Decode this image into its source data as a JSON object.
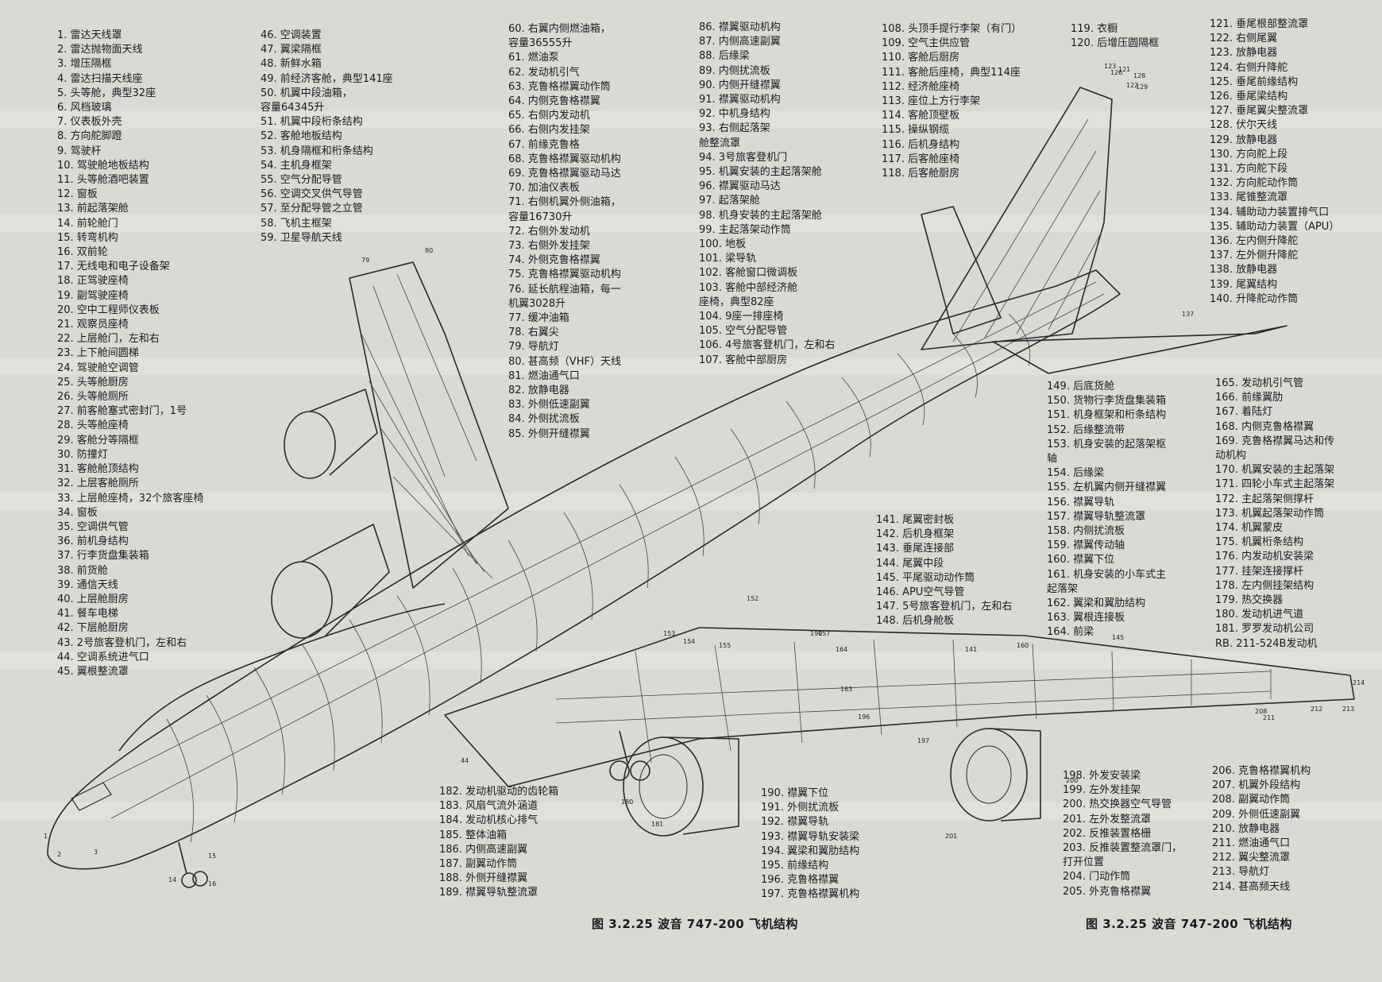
{
  "caption_left": "图 3.2.25   波音 747-200 飞机结构",
  "caption_right": "图 3.2.25   波音 747-200 飞机结构",
  "legend_columns": [
    [
      "1. 雷达天线罩",
      "2. 雷达抛物面天线",
      "3. 增压隔框",
      "4. 雷达扫描天线座",
      "5. 头等舱，典型32座",
      "6. 风档玻璃",
      "7. 仪表板外壳",
      "8. 方向舵脚蹬",
      "9. 驾驶杆",
      "10. 驾驶舱地板结构",
      "11. 头等舱酒吧装置",
      "12. 窗板",
      "13. 前起落架舱",
      "14. 前轮舱门",
      "15. 转弯机构",
      "16. 双前轮",
      "17. 无线电和电子设备架",
      "18. 正驾驶座椅",
      "19. 副驾驶座椅",
      "20. 空中工程师仪表板",
      "21. 观察员座椅",
      "22. 上层舱门，左和右",
      "23. 上下舱间圆梯",
      "24. 驾驶舱空调管",
      "25. 头等舱厨房",
      "26. 头等舱厕所",
      "27. 前客舱塞式密封门，1号",
      "28. 头等舱座椅",
      "29. 客舱分等隔框",
      "30. 防撞灯",
      "31. 客舱舱顶结构",
      "32. 上层客舱厕所",
      "33. 上层舱座椅，32个旅客座椅",
      "34. 窗板",
      "35. 空调供气管",
      "36. 前机身结构",
      "37. 行李货盘集装箱",
      "38. 前货舱",
      "39. 通信天线",
      "40. 上层舱厨房",
      "41. 餐车电梯",
      "42. 下层舱厨房",
      "43. 2号旅客登机门，左和右",
      "44. 空调系统进气口",
      "45. 翼根整流罩"
    ],
    [
      "46. 空调装置",
      "47. 翼梁隔框",
      "48. 新鲜水箱",
      "49. 前经济客舱，典型141座",
      "50. 机翼中段油箱，",
      "容量64345升",
      "51. 机翼中段桁条结构",
      "52. 客舱地板结构",
      "53. 机身隔框和桁条结构",
      "54. 主机身框架",
      "55. 空气分配导管",
      "56. 空调交叉供气导管",
      "57. 至分配导管之立管",
      "58. 飞机主框架",
      "59. 卫星导航天线"
    ],
    [
      "60. 右翼内侧燃油箱，",
      "容量36555升",
      "61. 燃油泵",
      "62. 发动机引气",
      "63. 克鲁格襟翼动作筒",
      "64. 内侧克鲁格襟翼",
      "65. 右侧内发动机",
      "66. 右侧内发挂架",
      "67. 前缘克鲁格",
      "68. 克鲁格襟翼驱动机构",
      "69. 克鲁格襟翼驱动马达",
      "70. 加油仪表板",
      "71. 右侧机翼外侧油箱，",
      "容量16730升",
      "72. 右侧外发动机",
      "73. 右侧外发挂架",
      "74. 外侧克鲁格襟翼",
      "75. 克鲁格襟翼驱动机构",
      "76. 延长航程油箱，每一",
      "机翼3028升",
      "77. 缓冲油箱",
      "78. 右翼尖",
      "79. 导航灯",
      "80. 甚高频（VHF）天线",
      "81. 燃油通气口",
      "82. 放静电器",
      "83. 外侧低速副翼",
      "84. 外侧扰流板",
      "85. 外侧开缝襟翼"
    ],
    [
      "86. 襟翼驱动机构",
      "87. 内侧高速副翼",
      "88. 后缘梁",
      "89. 内侧扰流板",
      "90. 内侧开缝襟翼",
      "91. 襟翼驱动机构",
      "92. 中机身结构",
      "93. 右侧起落架",
      "舱整流罩",
      "94. 3号旅客登机门",
      "95. 机翼安装的主起落架舱",
      "96. 襟翼驱动马达",
      "97. 起落架舱",
      "98. 机身安装的主起落架舱",
      "99. 主起落架动作筒",
      "100. 地板",
      "101. 梁导轨",
      "102. 客舱窗口微调板",
      "103. 客舱中部经济舱",
      "座椅，典型82座",
      "104. 9座一排座椅",
      "105. 空气分配导管",
      "106. 4号旅客登机门，左和右",
      "107. 客舱中部厨房"
    ],
    [
      "108. 头顶手提行李架（有门）",
      "109. 空气主供应管",
      "110. 客舱后厨房",
      "111. 客舱后座椅，典型114座",
      "112. 经济舱座椅",
      "113. 座位上方行李架",
      "114. 客舱顶壁板",
      "115. 操纵钢缆",
      "116. 后机身结构",
      "117. 后客舱座椅",
      "118. 后客舱厨房"
    ],
    [
      "119. 衣橱",
      "120. 后增压圆隔框"
    ],
    [
      "121. 垂尾根部整流罩",
      "122. 右侧尾翼",
      "123. 放静电器",
      "124. 右侧升降舵",
      "125. 垂尾前缘结构",
      "126. 垂尾梁结构",
      "127. 垂尾翼尖整流罩",
      "128. 伏尔天线",
      "129. 放静电器",
      "130. 方向舵上段",
      "131. 方向舵下段",
      "132. 方向舵动作筒",
      "133. 尾锥整流罩",
      "134. 辅助动力装置排气口",
      "135. 辅助动力装置（APU）",
      "136. 左内侧升降舵",
      "137. 左外侧升降舵",
      "138. 放静电器",
      "139. 尾翼结构",
      "140. 升降舵动作筒"
    ],
    [
      "141. 尾翼密封板",
      "142. 后机身框架",
      "143. 垂尾连接部",
      "144. 尾翼中段",
      "145. 平尾驱动动作筒",
      "146. APU空气导管",
      "147. 5号旅客登机门，左和右",
      "148. 后机身舱板"
    ],
    [
      "149. 后底货舱",
      "150. 货物行李货盘集装箱",
      "151. 机身框架和桁条结构",
      "152. 后缘整流带",
      "153. 机身安装的起落架枢",
      "轴",
      "154. 后缘梁",
      "155. 左机翼内侧开缝襟翼",
      "156. 襟翼导轨",
      "157. 襟翼导轨整流罩",
      "158. 内侧扰流板",
      "159. 襟翼传动轴",
      "160. 襟翼下位",
      "161. 机身安装的小车式主",
      "起落架",
      "162. 翼梁和翼肋结构",
      "163. 翼根连接板",
      "164. 前梁"
    ],
    [
      "165. 发动机引气管",
      "166. 前缘翼肋",
      "167. 着陆灯",
      "168. 内侧克鲁格襟翼",
      "169. 克鲁格襟翼马达和传",
      "动机构",
      "170. 机翼安装的主起落架",
      "171. 四轮小车式主起落架",
      "172. 主起落架侧撑杆",
      "173. 机翼起落架动作筒",
      "174. 机翼蒙皮",
      "175. 机翼桁条结构",
      "176. 内发动机安装梁",
      "177. 挂架连接撑杆",
      "178. 左内侧挂架结构",
      "179. 热交换器",
      "180. 发动机进气道",
      "181. 罗罗发动机公司",
      "RB. 211-524B发动机"
    ],
    [
      "182. 发动机驱动的齿轮箱",
      "183. 风扇气流外涵道",
      "184. 发动机核心排气",
      "185. 整体油箱",
      "186. 内侧高速副翼",
      "187. 副翼动作筒",
      "188. 外侧开缝襟翼",
      "189. 襟翼导轨整流罩"
    ],
    [
      "190. 襟翼下位",
      "191. 外侧扰流板",
      "192. 襟翼导轨",
      "193. 襟翼导轨安装梁",
      "194. 翼梁和翼肋结构",
      "195. 前缘结构",
      "196. 克鲁格襟翼",
      "197. 克鲁格襟翼机构"
    ],
    [
      "198. 外发安装梁",
      "199. 左外发挂架",
      "200. 热交换器空气导管",
      "201. 左外发整流罩",
      "202. 反推装置格栅",
      "203. 反推装置整流罩门，",
      "打开位置",
      "204. 门动作筒",
      "205. 外克鲁格襟翼"
    ],
    [
      "206. 克鲁格襟翼机构",
      "207. 机翼外段结构",
      "208. 副翼动作筒",
      "209. 外侧低速副翼",
      "210. 放静电器",
      "211. 燃油通气口",
      "212. 翼尖整流罩",
      "213. 导航灯",
      "214. 甚高频天线"
    ]
  ],
  "diagram_numbers": [
    "1",
    "2",
    "3",
    "14",
    "15",
    "16",
    "44",
    "79",
    "80",
    "121",
    "122",
    "123",
    "126",
    "128",
    "129",
    "137",
    "141",
    "145",
    "152",
    "153",
    "154",
    "155",
    "157",
    "160",
    "163",
    "164",
    "180",
    "181",
    "190",
    "196",
    "197",
    "200",
    "201",
    "208",
    "211",
    "212",
    "213",
    "214"
  ],
  "colors": {
    "paper": "#d9d9d6",
    "ink": "#1b1b1b",
    "sketch": "#2a2a2a"
  }
}
